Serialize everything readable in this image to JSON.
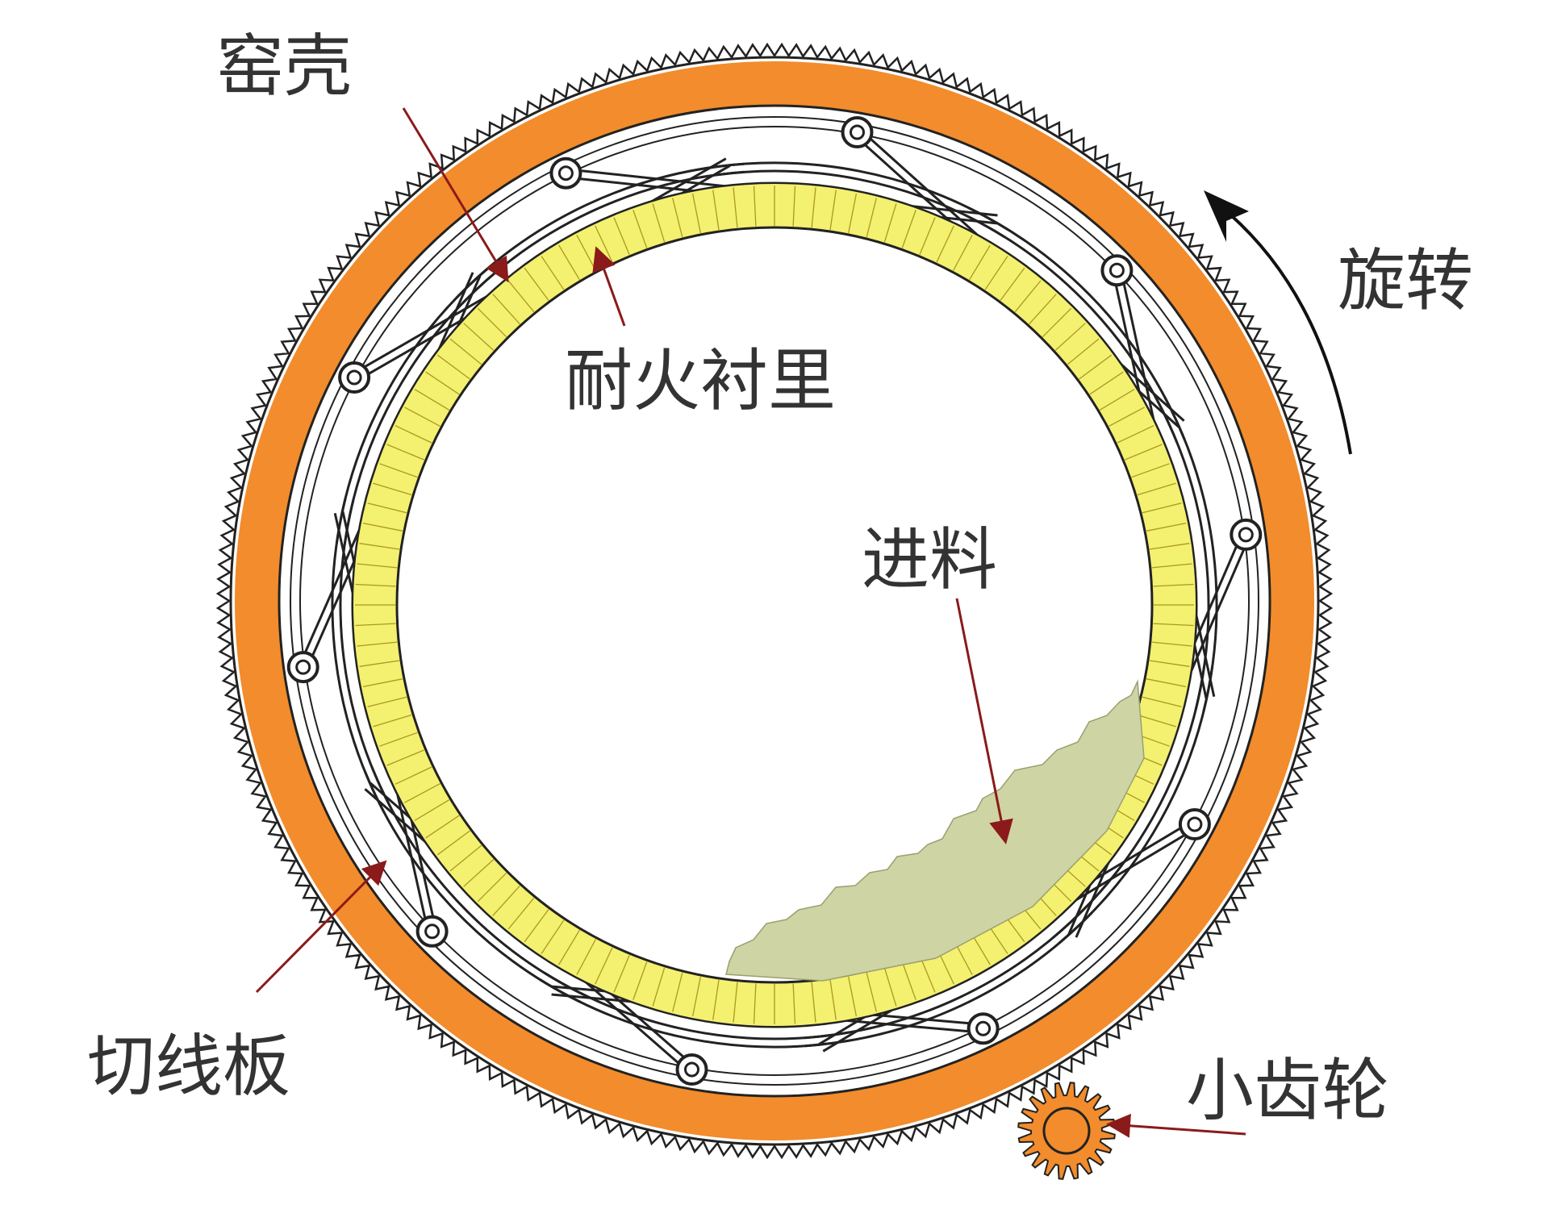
{
  "labels": {
    "kiln_shell": "窑壳",
    "rotation": "旋转",
    "refractory_lining": "耐火衬里",
    "feed_material": "进料",
    "tangential_plate": "切线板",
    "pinion": "小齿轮"
  },
  "colors": {
    "shell": "#F28C2C",
    "lining": "#F4F070",
    "lining_edge": "#A89A20",
    "feed": "#CFD4A4",
    "arrow": "#8B1A1A",
    "text": "#333333",
    "line": "#222222"
  },
  "icons": {
    "rotation": "curved-arrow-icon",
    "pinion": "gear-icon"
  }
}
